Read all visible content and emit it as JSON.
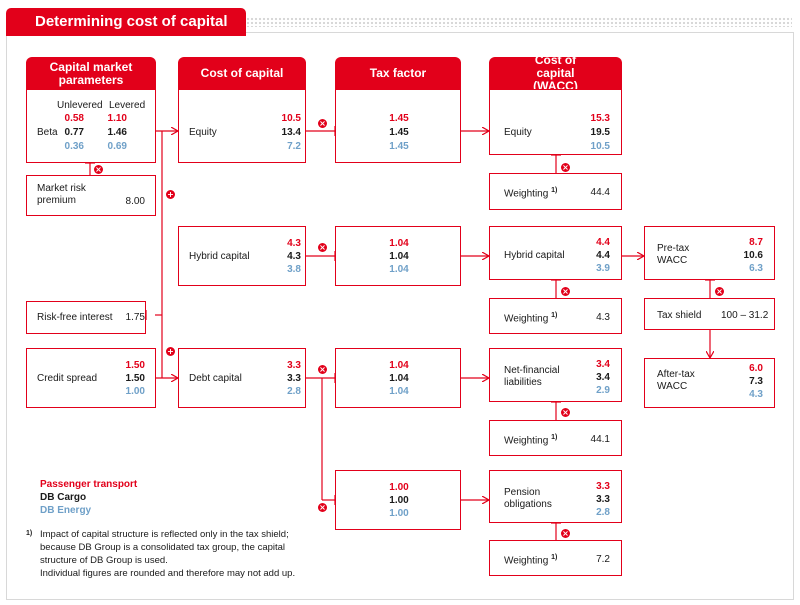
{
  "title": "Determining cost of capital",
  "headers": {
    "capital_market": "Capital market parameters",
    "cost_of_capital": "Cost of capital",
    "tax_factor": "Tax factor",
    "wacc": "Cost of capital (WACC)"
  },
  "beta_box": {
    "col_unlevered": "Unlevered",
    "col_levered": "Levered",
    "label": "Beta",
    "unlevered": [
      "0.58",
      "0.77",
      "0.36"
    ],
    "levered": [
      "1.10",
      "1.46",
      "0.69"
    ]
  },
  "market_risk": {
    "label": "Market risk premium",
    "value": "8.00"
  },
  "risk_free": {
    "label": "Risk-free interest",
    "value": "1.75"
  },
  "credit_spread": {
    "label": "Credit spread",
    "values": [
      "1.50",
      "1.50",
      "1.00"
    ]
  },
  "cost_equity": {
    "label": "Equity",
    "values": [
      "10.5",
      "13.4",
      "7.2"
    ]
  },
  "cost_hybrid": {
    "label": "Hybrid capital",
    "values": [
      "4.3",
      "4.3",
      "3.8"
    ]
  },
  "cost_debt": {
    "label": "Debt capital",
    "values": [
      "3.3",
      "3.3",
      "2.8"
    ]
  },
  "tax_equity": {
    "values": [
      "1.45",
      "1.45",
      "1.45"
    ]
  },
  "tax_hybrid": {
    "values": [
      "1.04",
      "1.04",
      "1.04"
    ]
  },
  "tax_debt": {
    "values": [
      "1.04",
      "1.04",
      "1.04"
    ]
  },
  "tax_pension": {
    "values": [
      "1.00",
      "1.00",
      "1.00"
    ]
  },
  "wacc_equity": {
    "label": "Equity",
    "values": [
      "15.3",
      "19.5",
      "10.5"
    ]
  },
  "wacc_hybrid": {
    "label": "Hybrid capital",
    "values": [
      "4.4",
      "4.4",
      "3.9"
    ]
  },
  "wacc_netfin": {
    "label": "Net-financial liabilities",
    "values": [
      "3.4",
      "3.4",
      "2.9"
    ]
  },
  "wacc_pension": {
    "label": "Pension obligations",
    "values": [
      "3.3",
      "3.3",
      "2.8"
    ]
  },
  "weightings": {
    "label": "Weighting",
    "mark": "1)",
    "equity": "44.4",
    "hybrid": "4.3",
    "netfin": "44.1",
    "pension": "7.2"
  },
  "pretax": {
    "label": "Pre-tax WACC",
    "values": [
      "8.7",
      "10.6",
      "6.3"
    ]
  },
  "tax_shield": {
    "label": "Tax shield",
    "value": "100 – 31.2"
  },
  "aftertax": {
    "label": "After-tax WACC",
    "values": [
      "6.0",
      "7.3",
      "4.3"
    ]
  },
  "operators": {
    "times": "×",
    "plus": "+"
  },
  "legend": {
    "passenger": "Passenger transport",
    "cargo": "DB Cargo",
    "energy": "DB Energy"
  },
  "colors": {
    "passenger": "#e2001a",
    "cargo": "#1a1a1a",
    "energy": "#6fa0c8"
  },
  "footnote": {
    "mark": "1)",
    "lines": [
      "Impact of capital structure is reflected only in the tax shield;",
      "because DB Group is a consolidated tax group, the capital",
      "structure of DB Group is used.",
      "Individual figures are rounded and therefore may not add up."
    ]
  }
}
